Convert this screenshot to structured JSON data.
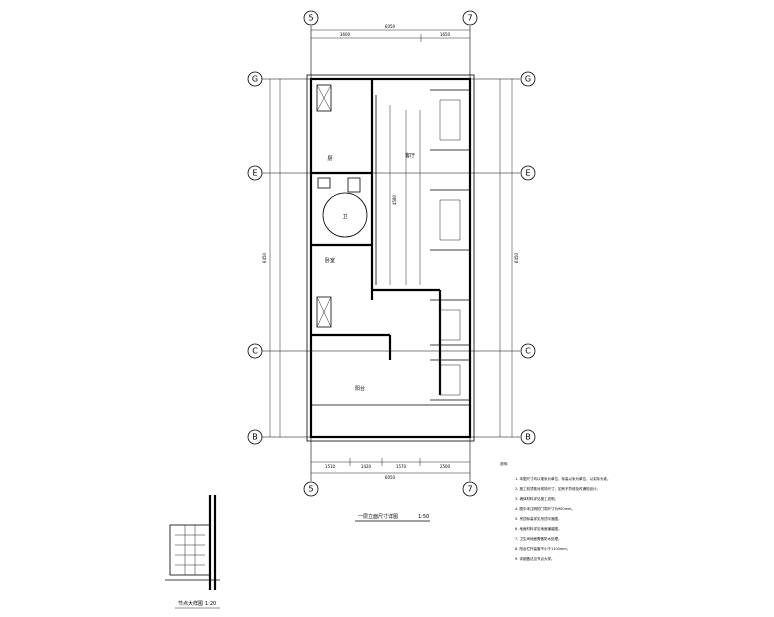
{
  "grid_labels": {
    "top_left": "5",
    "top_right": "7",
    "bottom_left": "5",
    "bottom_right": "7",
    "left_g": "G",
    "left_e": "E",
    "left_c": "C",
    "left_b": "B",
    "right_g": "G",
    "right_e": "E",
    "right_c": "C",
    "right_b": "B"
  },
  "dimensions": {
    "top_total": "6050",
    "top_a": "3600",
    "top_b": "1650",
    "bottom_a": "1510",
    "bottom_b": "1420",
    "bottom_c": "1570",
    "bottom_d": "2500",
    "bottom_total": "6050",
    "left_total": "6450",
    "right_total": "6450",
    "middle_vertical": "4580"
  },
  "room_labels": {
    "upper_left": "厨",
    "upper_middle": "客厅",
    "toilet_room": "卫",
    "lower_left": "卧室",
    "bottom": "阳台"
  },
  "drawing_title": "一层立面尺寸详图",
  "drawing_scale": "1:50",
  "detail_title": "节点大样图",
  "detail_scale": "1:20",
  "notes_heading": "说明:",
  "notes": [
    "1. 本图尺寸均以毫米为单位，标高以米为单位，以实际为准。",
    "2. 施工前须核对现场尺寸，如有不符请及时通知设计。",
    "3. 墙体材料详见施工说明。",
    "4. 图中未注明的门洞尺寸为900mm。",
    "5. 吊顶标高详见吊顶平面图。",
    "6. 地面材料详见地面铺装图。",
    "7. 卫生间地面需做防水处理。",
    "8. 阳台栏杆高度不小于1100mm。",
    "9. 详细做法见节点大样。"
  ]
}
